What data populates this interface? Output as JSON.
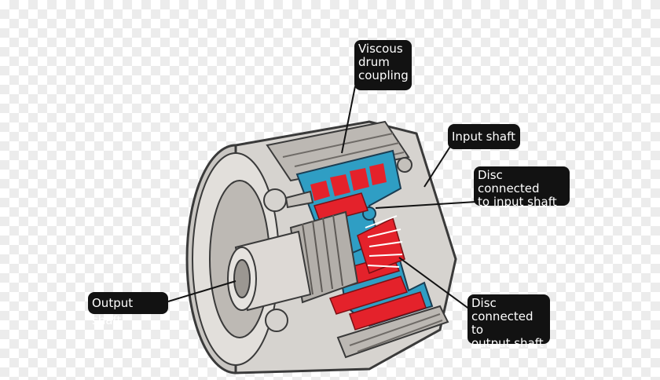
{
  "diagram": {
    "labels": {
      "viscous_drum_coupling": "Viscous\ndrum\ncoupling",
      "input_shaft": "Input shaft",
      "disc_input": "Disc connected\nto input shaft",
      "output_shaft": "Output shaft",
      "disc_output": "Disc\nconnected to\noutput shaft"
    },
    "colors": {
      "casing": "#d6d3cf",
      "casing_dark": "#8e8a86",
      "outline": "#3a3a3a",
      "input_disc": "#2f9ec4",
      "output_disc": "#e4222b",
      "label_bg": "#121212",
      "label_text": "#ffffff"
    }
  }
}
